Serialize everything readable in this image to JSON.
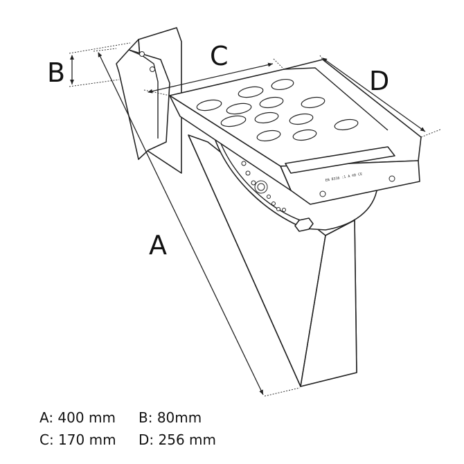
{
  "labels": {
    "A": "A",
    "B": "B",
    "C": "C",
    "D": "D"
  },
  "specs": {
    "a": "A: 400 mm",
    "b": "B: 80mm",
    "c": "C: 170 mm",
    "d": "D: 256 mm"
  },
  "embossed_text": "EN 8316 :1 A ©D CE"
}
